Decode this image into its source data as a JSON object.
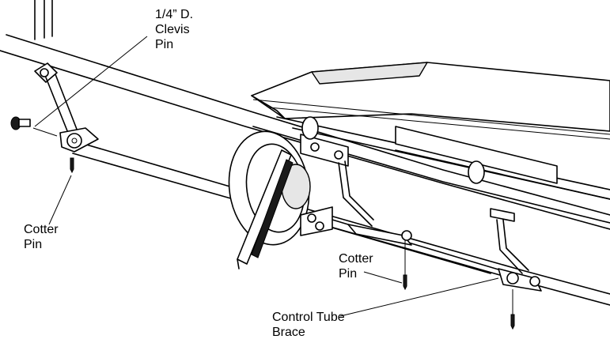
{
  "labels": {
    "clevis_pin": [
      "1/4” D.",
      "Clevis",
      "Pin"
    ],
    "cotter_pin_left": [
      "Cotter",
      "Pin"
    ],
    "cotter_pin_center": [
      "Cotter",
      "Pin"
    ],
    "control_tube_brace": [
      "Control Tube",
      "Brace"
    ]
  }
}
